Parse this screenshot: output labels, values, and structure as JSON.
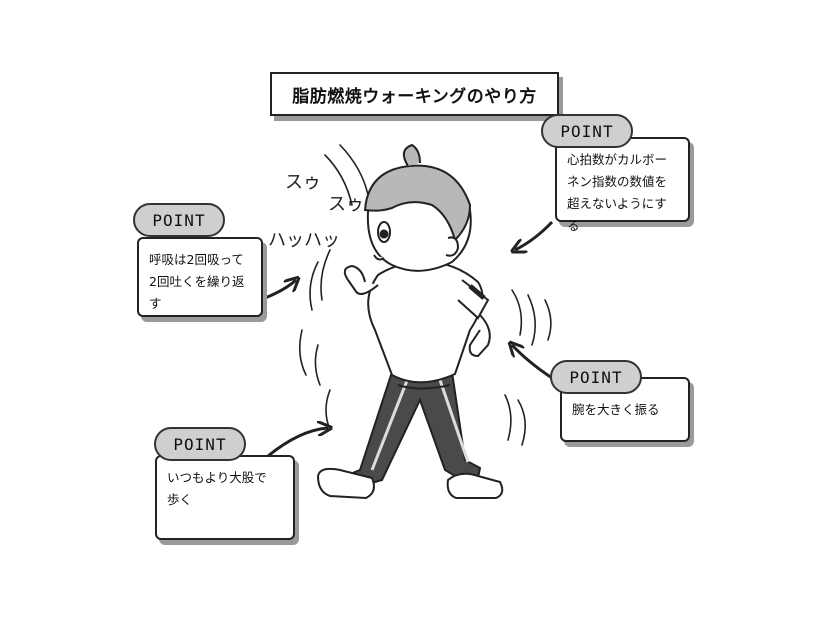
{
  "title": "脂肪燃焼ウォーキングのやり方",
  "sounds": {
    "breath_in_1": "スゥ",
    "breath_in_2": "スゥ",
    "breath_out": "ハッハッ"
  },
  "points": [
    {
      "badge": "POINT",
      "text_line1": "呼吸は2回吸って",
      "text_line2": "2回吐くを繰り返す"
    },
    {
      "badge": "POINT",
      "text_line1": "心拍数がカルボー",
      "text_line2": "ネン指数の数値を",
      "text_line3": "超えないようにする"
    },
    {
      "badge": "POINT",
      "text_line1": "腕を大きく振る"
    },
    {
      "badge": "POINT",
      "text_line1": "いつもより大股で",
      "text_line2": "歩く"
    }
  ],
  "colors": {
    "ink": "#222222",
    "badge_fill": "#cfcfcf",
    "shadow": "#9a9a9a",
    "hair": "#b8b8b8",
    "pants": "#4a4a4a"
  },
  "icons": [
    "arrow-icon",
    "walking-person-illustration",
    "motion-lines"
  ]
}
